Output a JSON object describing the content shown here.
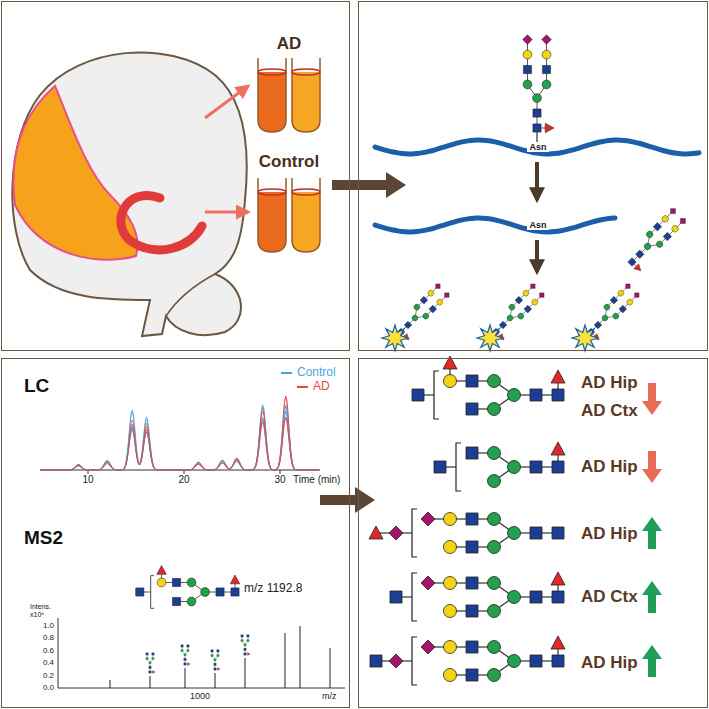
{
  "diagram": {
    "nodes": [
      {
        "text": [
          "AD",
          "Control"
        ]
      },
      {
        "text": [
          "Asn",
          "Asn"
        ]
      },
      {
        "text": [
          "LC",
          "MS2"
        ]
      },
      {
        "text": [
          "AD Hip",
          "AD Ctx",
          "AD Hip",
          "AD Hip",
          "AD Ctx",
          "AD Hip"
        ]
      }
    ],
    "edges": [
      {
        "from": 0,
        "to": 1,
        "arrow": "to"
      },
      {
        "from": 2,
        "to": 3,
        "arrow": "to"
      }
    ],
    "labels": [
      "10",
      "20",
      "30",
      "Time (min)",
      "m/z 1192.8",
      "Intens.",
      "x10⁶",
      "1.0",
      "0.8",
      "0.6",
      "0.4",
      "0.2",
      "0.0",
      "1000",
      "m/z"
    ],
    "legend": [
      {
        "text": "Control",
        "color": "#4aa3df"
      },
      {
        "text": "AD",
        "color": "#e0483e"
      }
    ]
  }
}
